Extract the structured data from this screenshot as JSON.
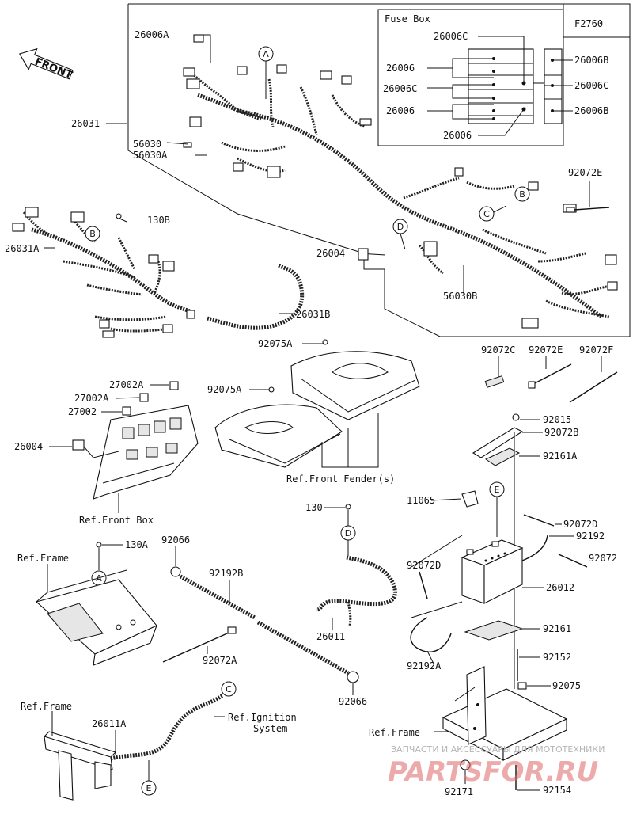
{
  "diagram_code": "F2760",
  "front_label": "FRONT",
  "fuse_box": {
    "title": "Fuse Box",
    "labels": [
      "26006C",
      "26006",
      "26006C",
      "26006",
      "26006",
      "26006B",
      "26006C",
      "26006B"
    ]
  },
  "parts": {
    "p26006A": "26006A",
    "p26031": "26031",
    "p56030": "56030",
    "p56030A": "56030A",
    "p130B": "130B",
    "p26031A": "26031A",
    "p26004a": "26004",
    "p56030B": "56030B",
    "p26031B": "26031B",
    "p92072E_top": "92072E",
    "p92075A_1": "92075A",
    "p92075A_2": "92075A",
    "p27002A_1": "27002A",
    "p27002A_2": "27002A",
    "p27002": "27002",
    "p26004b": "26004",
    "p92072C": "92072C",
    "p92072E": "92072E",
    "p92072F": "92072F",
    "p92015": "92015",
    "p92072B": "92072B",
    "p92161A": "92161A",
    "p11065": "11065",
    "p130": "130",
    "p92072D_r": "92072D",
    "p92192": "92192",
    "p92072": "92072",
    "p92072D_l": "92072D",
    "p26012": "26012",
    "p130A": "130A",
    "p92066_t": "92066",
    "p92192B": "92192B",
    "p26011": "26011",
    "p92161": "92161",
    "p92192A": "92192A",
    "p92072A": "92072A",
    "p92152": "92152",
    "p92066_b": "92066",
    "p92075": "92075",
    "p26011A": "26011A",
    "p92171": "92171",
    "p92154": "92154"
  },
  "refs": {
    "front_fender": "Ref.Front Fender(s)",
    "front_box": "Ref.Front Box",
    "frame_1": "Ref.Frame",
    "frame_2": "Ref.Frame",
    "frame_3": "Ref.Frame",
    "ignition_1": "Ref.Ignition",
    "ignition_2": "System"
  },
  "callouts": {
    "A": "A",
    "B": "B",
    "C": "C",
    "D": "D",
    "E": "E"
  },
  "watermark": {
    "line1": "ЗАПЧАСТИ И АКСЕССУАРЫ ДЛЯ МОТОТЕХНИКИ",
    "line2": "PARTSFOR.RU"
  }
}
